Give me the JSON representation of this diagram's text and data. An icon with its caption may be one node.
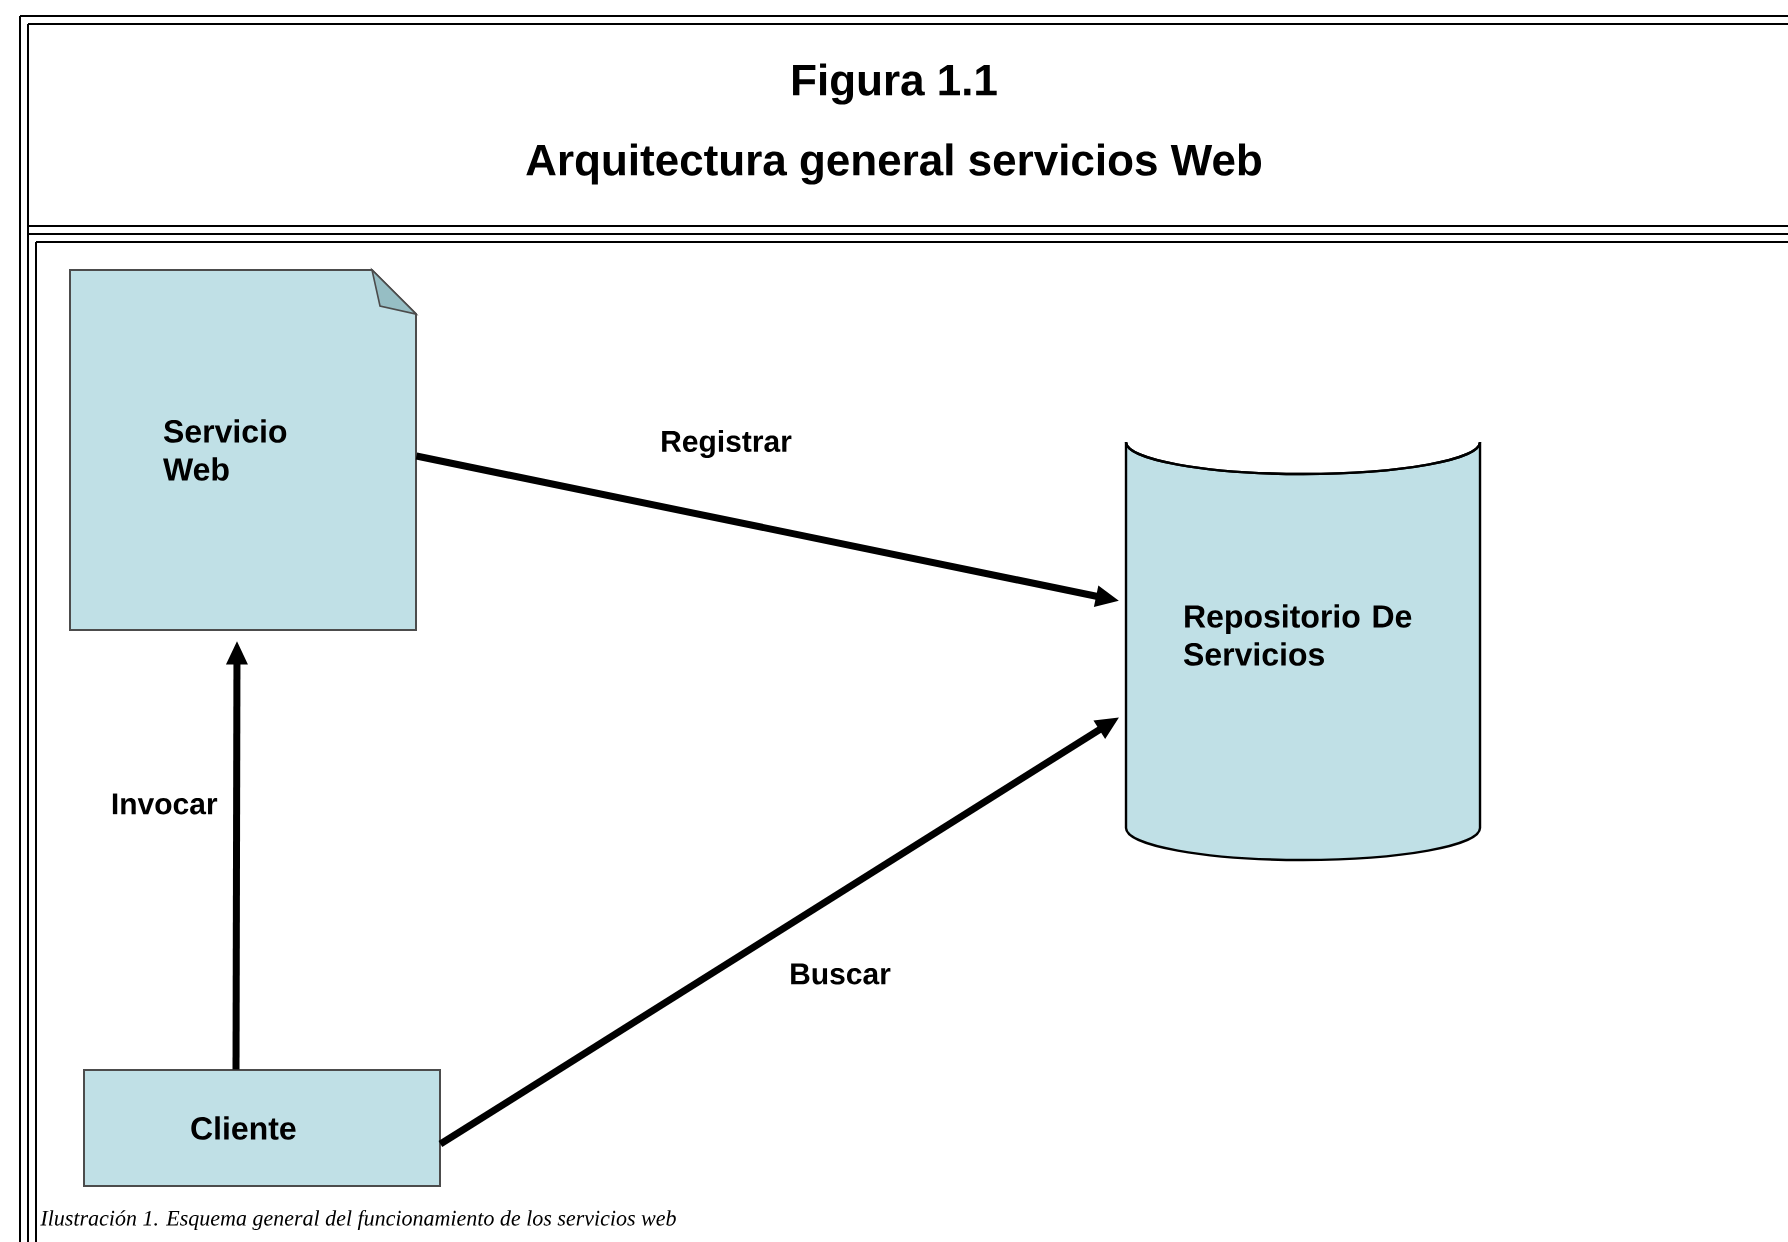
{
  "diagram": {
    "title": "Figura 1.1",
    "caption": "Ilustración 1. Esquema general del funcionamiento de los servicios web",
    "nodes": [
      {
        "text": [
          "Servicio Web"
        ]
      },
      {
        "text": [
          "Repositorio De Servicios"
        ]
      },
      {
        "text": [
          "Cliente"
        ]
      }
    ],
    "edges": [
      {
        "from": 0,
        "to": 1,
        "arrow": "to",
        "label": "Registrar"
      },
      {
        "from": 2,
        "to": 0,
        "arrow": "to",
        "label": "Invocar"
      },
      {
        "from": 2,
        "to": 1,
        "arrow": "to",
        "label": "Buscar"
      }
    ],
    "labels": [
      "Arquitectura general servicios Web"
    ]
  }
}
